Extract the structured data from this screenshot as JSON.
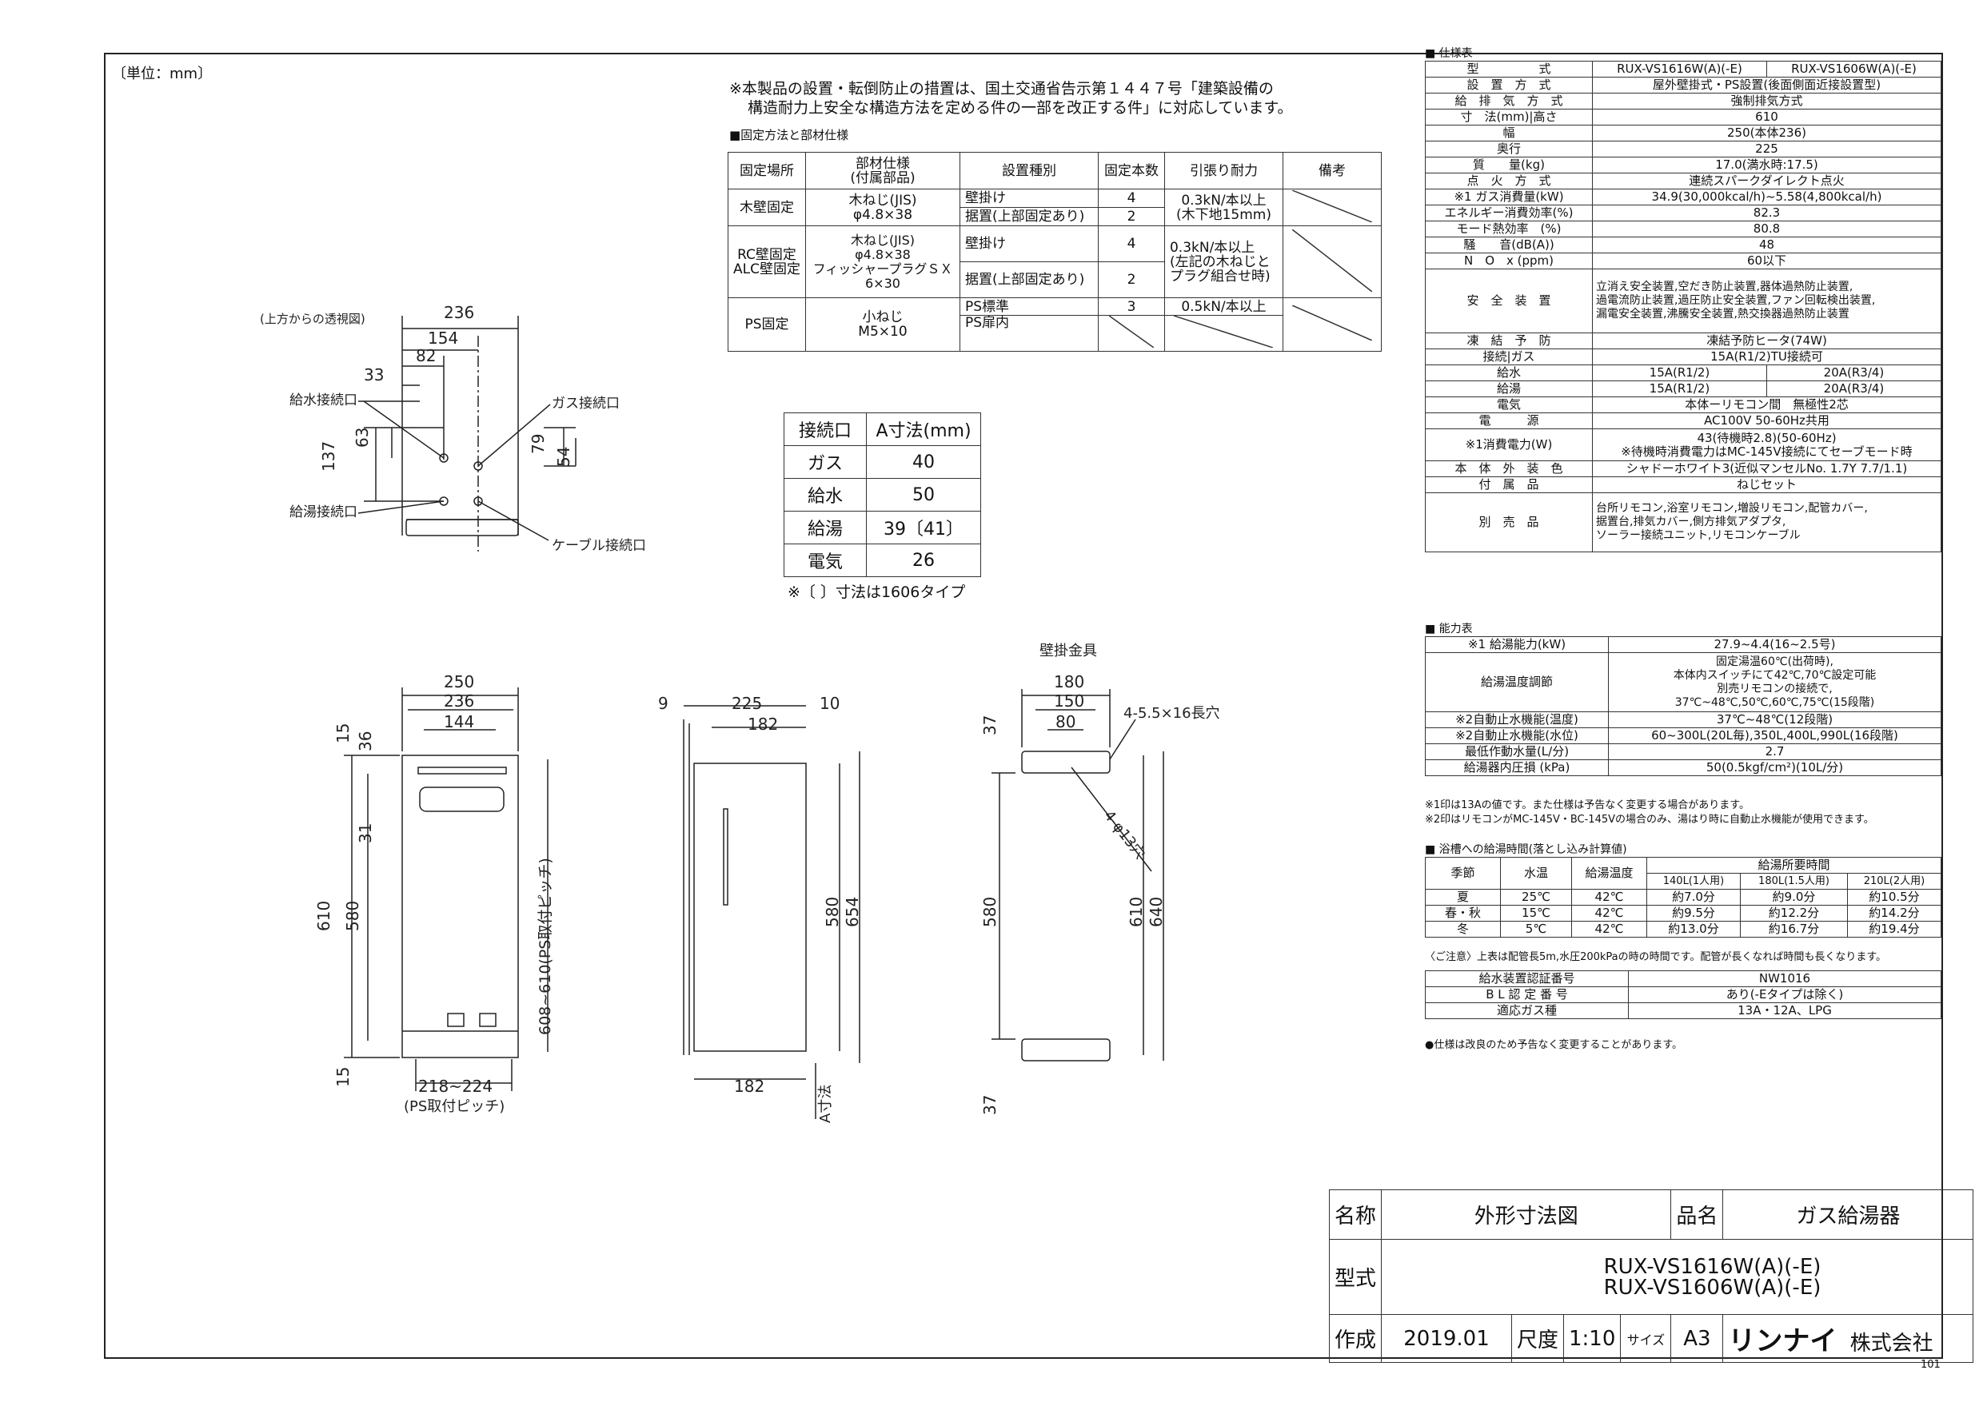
{
  "unit_label": "〔単位：mm〕",
  "notice": {
    "line1": "※本製品の設置・転倒防止の措置は、国土交通省告示第１４４７号「建築設備の",
    "line2": "構造耐力上安全な構造方法を定める件の一部を改正する件」に対応しています。"
  },
  "fix_table": {
    "heading": "■固定方法と部材仕様",
    "headers": [
      "固定場所",
      "部材仕様\n(付属部品)",
      "設置種別",
      "固定本数",
      "引張り耐力",
      "備考"
    ],
    "rows": [
      {
        "place": "木壁固定",
        "spec": "木ねじ(JIS)\nφ4.8×38",
        "types": [
          "壁掛け",
          "据置(上部固定あり)"
        ],
        "counts": [
          "4",
          "2"
        ],
        "strength": "0.3kN/本以上\n(木下地15mm)"
      },
      {
        "place": "RC壁固定\nALC壁固定",
        "spec": "木ねじ(JIS)\nφ4.8×38\nフィッシャープラグＳＸ\n6×30",
        "types": [
          "壁掛け",
          "据置(上部固定あり)"
        ],
        "counts": [
          "4",
          "2"
        ],
        "strength": "0.3kN/本以上\n(左記の木ねじと\nプラグ組合せ時)"
      },
      {
        "place": "PS固定",
        "spec": "小ねじ\nM5×10",
        "types": [
          "PS標準",
          "PS扉内"
        ],
        "counts": [
          "3",
          ""
        ],
        "strength": "0.5kN/本以上"
      }
    ]
  },
  "top_view": {
    "label": "(上方からの透視図)",
    "dims": [
      "236",
      "154",
      "82",
      "33",
      "137",
      "63",
      "79",
      "54"
    ],
    "callouts": [
      "給水接続口",
      "ガス接続口",
      "給湯接続口",
      "ケーブル接続口"
    ]
  },
  "conn_table": {
    "headers": [
      "接続口",
      "A寸法(mm)"
    ],
    "rows": [
      [
        "ガス",
        "40"
      ],
      [
        "給水",
        "50"
      ],
      [
        "給湯",
        "39〔41〕"
      ],
      [
        "電気",
        "26"
      ]
    ],
    "note": "※〔 〕寸法は1606タイプ"
  },
  "front_view": {
    "dims": [
      "250",
      "236",
      "144",
      "15",
      "36",
      "31",
      "610",
      "580",
      "608~610(PS取付ピッチ)",
      "15",
      "218~224",
      "(PS取付ピッチ)"
    ]
  },
  "side_view": {
    "dims": [
      "9",
      "225",
      "10",
      "182",
      "580",
      "654",
      "182",
      "A寸法"
    ]
  },
  "bracket_view": {
    "label": "壁掛金具",
    "dims": [
      "180",
      "150",
      "80",
      "4-5.5×16長穴",
      "37",
      "580",
      "4-φ13穴",
      "610",
      "640",
      "37"
    ]
  },
  "spec_table": {
    "heading": "■ 仕様表",
    "rows": [
      [
        "型　　　　　式",
        "RUX-VS1616W(A)(-E)",
        "RUX-VS1606W(A)(-E)"
      ],
      [
        "設　置　方　式",
        "屋外壁掛式・PS設置(後面側面近接設置型)"
      ],
      [
        "給　排　気　方　式",
        "強制排気方式"
      ],
      [
        "寸　法(mm)|高さ",
        "610"
      ],
      [
        "幅",
        "250(本体236)"
      ],
      [
        "奥行",
        "225"
      ],
      [
        "質　　量(kg)",
        "17.0(満水時:17.5)"
      ],
      [
        "点　火　方　式",
        "連続スパークダイレクト点火"
      ],
      [
        "※1 ガス消費量(kW)",
        "34.9(30,000kcal/h)~5.58(4,800kcal/h)"
      ],
      [
        "エネルギー消費効率(%)",
        "82.3"
      ],
      [
        "モード熱効率　(%)",
        "80.8"
      ],
      [
        "騒　　音(dB(A))",
        "48"
      ],
      [
        "N　O　x (ppm)",
        "60以下"
      ],
      [
        "安　全　装　置",
        "立消え安全装置,空だき防止装置,器体過熱防止装置,\n過電流防止装置,過圧防止安全装置,ファン回転検出装置,\n漏電安全装置,沸騰安全装置,熱交換器過熱防止装置"
      ],
      [
        "凍　結　予　防",
        "凍結予防ヒータ(74W)"
      ],
      [
        "接続|ガス",
        "15A(R1/2)TU接続可"
      ],
      [
        "給水",
        "15A(R1/2)",
        "20A(R3/4)"
      ],
      [
        "給湯",
        "15A(R1/2)",
        "20A(R3/4)"
      ],
      [
        "電気",
        "本体ーリモコン間　無極性2芯"
      ],
      [
        "電　　　源",
        "AC100V 50-60Hz共用"
      ],
      [
        "※1消費電力(W)",
        "43(待機時2.8)(50-60Hz)\n※待機時消費電力はMC-145V接続にてセーブモード時"
      ],
      [
        "本　体　外　装　色",
        "シャドーホワイト3(近似マンセルNo. 1.7Y 7.7/1.1)"
      ],
      [
        "付　属　品",
        "ねじセット"
      ],
      [
        "別　売　品",
        "台所リモコン,浴室リモコン,増設リモコン,配管カバー,\n据置台,排気カバー,側方排気アダプタ,\nソーラー接続ユニット,リモコンケーブル"
      ]
    ]
  },
  "capacity_table": {
    "heading": "■ 能力表",
    "rows": [
      [
        "※1 給湯能力(kW)",
        "27.9~4.4(16~2.5号)"
      ],
      [
        "給湯温度調節",
        "固定湯温60℃(出荷時),\n本体内スイッチにて42℃,70℃設定可能\n別売リモコンの接続で,\n37℃~48℃,50℃,60℃,75℃(15段階)"
      ],
      [
        "※2自動止水機能(温度)",
        "37℃~48℃(12段階)"
      ],
      [
        "※2自動止水機能(水位)",
        "60~300L(20L毎),350L,400L,990L(16段階)"
      ],
      [
        "最低作動水量(L/分)",
        "2.7"
      ],
      [
        "給湯器内圧損 (kPa)",
        "50(0.5kgf/cm²)(10L/分)"
      ]
    ],
    "notes": [
      "※1印は13Aの値です。また仕様は予告なく変更する場合があります。",
      "※2印はリモコンがMC-145V・BC-145Vの場合のみ、湯はり時に自動止水機能が使用できます。"
    ]
  },
  "bath_table": {
    "heading": "■ 浴槽への給湯時間(落とし込み計算値)",
    "headers": [
      "季節",
      "水温",
      "給湯温度",
      "給湯所要時間",
      "140L(1人用)",
      "180L(1.5人用)",
      "210L(2人用)"
    ],
    "rows": [
      [
        "夏",
        "25℃",
        "42℃",
        "約7.0分",
        "約9.0分",
        "約10.5分"
      ],
      [
        "春・秋",
        "15℃",
        "42℃",
        "約9.5分",
        "約12.2分",
        "約14.2分"
      ],
      [
        "冬",
        "5℃",
        "42℃",
        "約13.0分",
        "約16.7分",
        "約19.4分"
      ]
    ],
    "note": "〈ご注意〉上表は配管長5m,水圧200kPaの時の時間です。配管が長くなれば時間も長くなります。"
  },
  "cert_table": {
    "rows": [
      [
        "給水装置認証番号",
        "NW1016"
      ],
      [
        "B L 認 定 番 号",
        "あり(-Eタイプは除く)"
      ],
      [
        "適応ガス種",
        "13A・12A、LPG"
      ]
    ],
    "note": "●仕様は改良のため予告なく変更することがあります。"
  },
  "title_block": {
    "name_label": "名称",
    "name": "外形寸法図",
    "product_label": "品名",
    "product": "ガス給湯器",
    "model_label": "型式",
    "model1": "RUX-VS1616W(A)(-E)",
    "model2": "RUX-VS1606W(A)(-E)",
    "made_label": "作成",
    "date": "2019.01",
    "scale_label": "尺度",
    "scale": "1:10",
    "size_label": "サイズ",
    "size": "A3",
    "brand": "リンナイ",
    "company": "株式会社"
  },
  "page_no": "101"
}
